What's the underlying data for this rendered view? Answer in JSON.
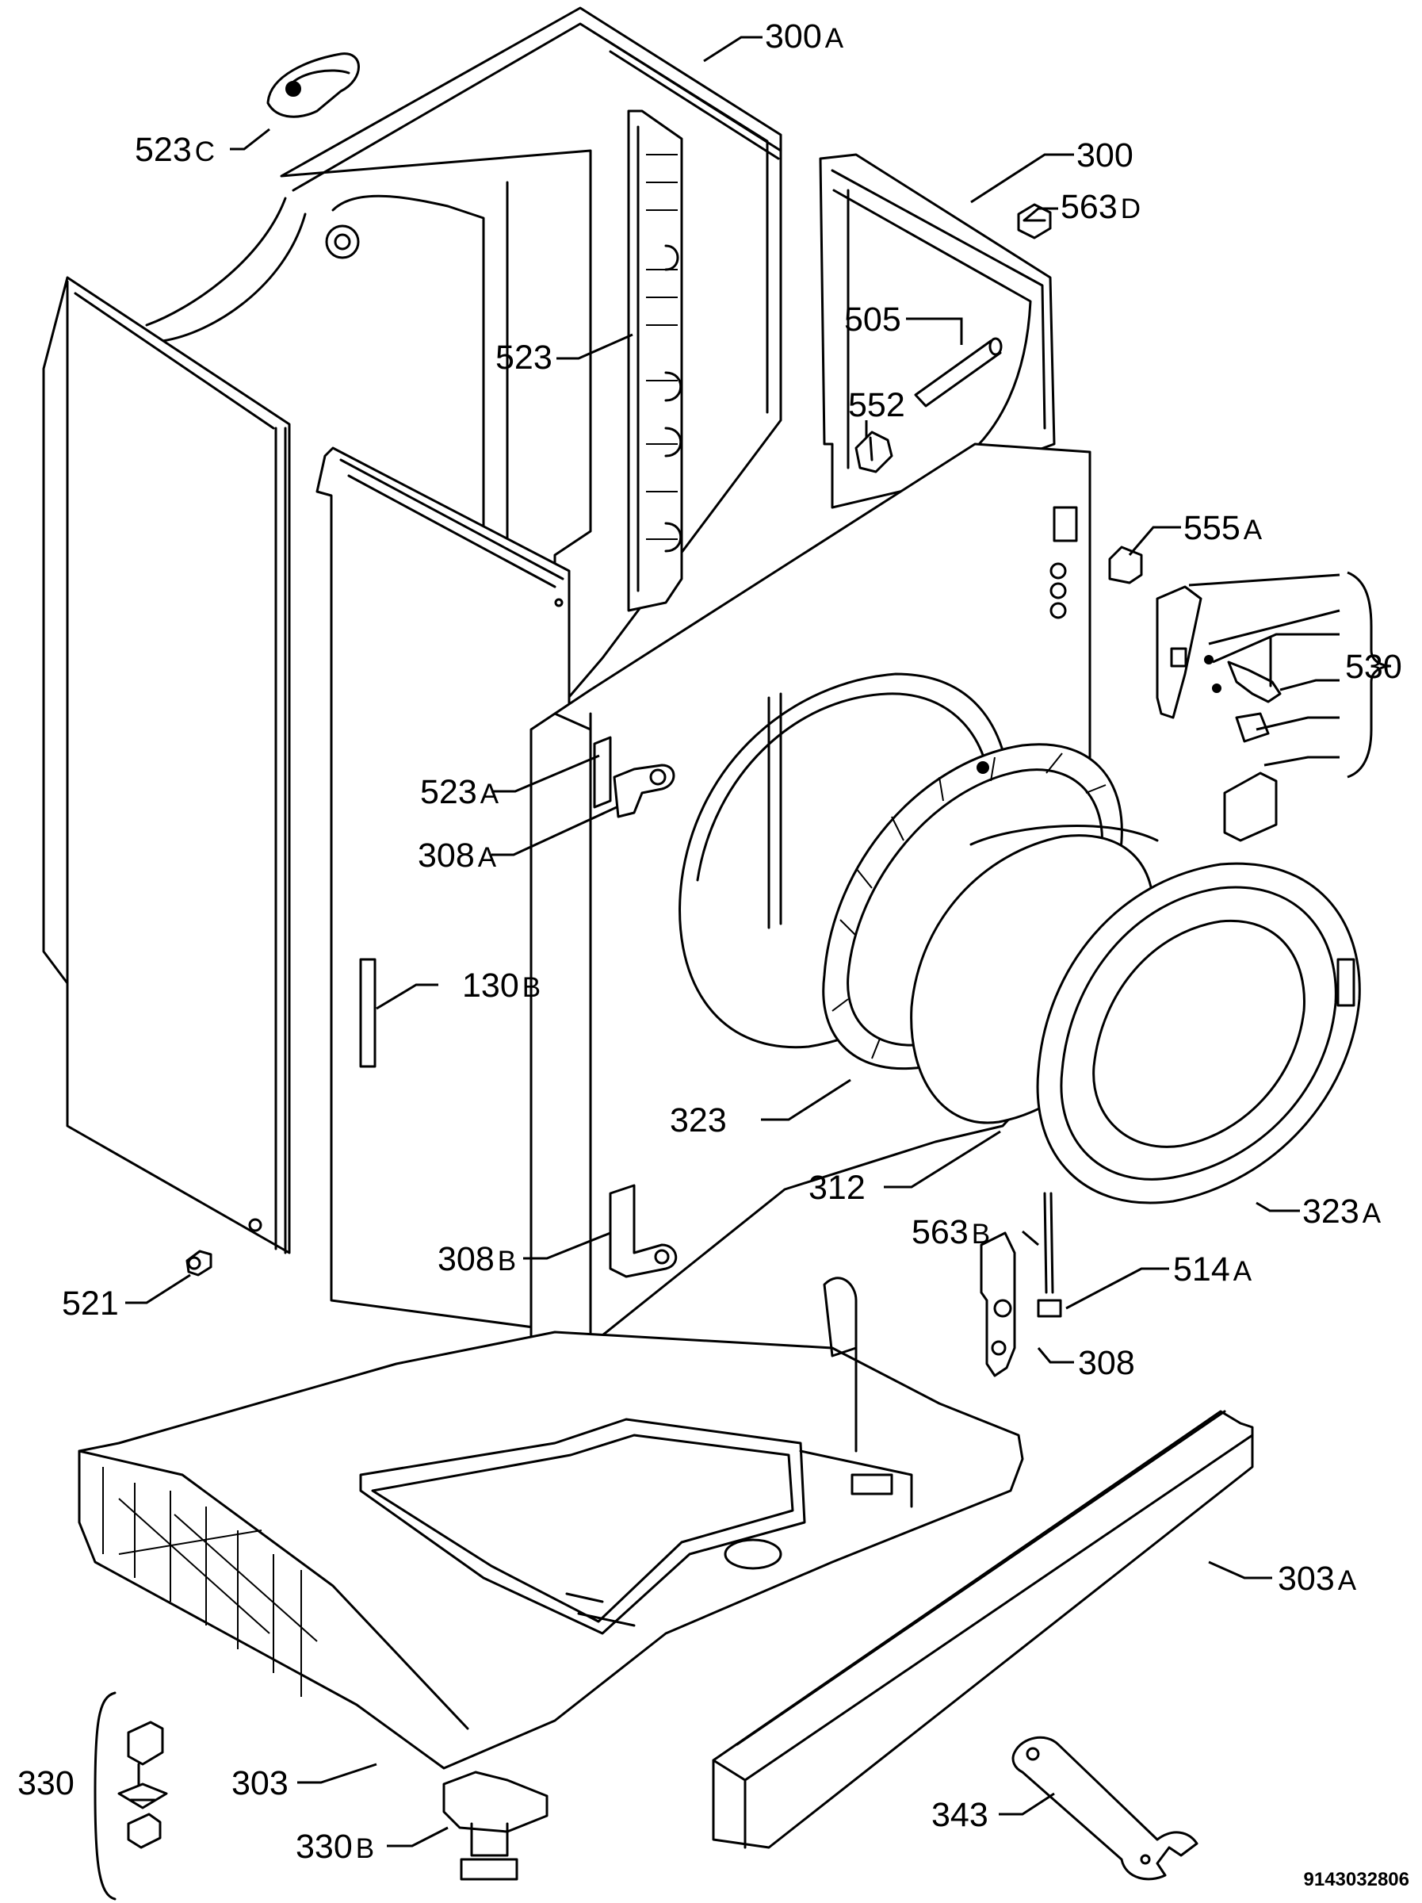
{
  "labels": {
    "l300a": {
      "num": "300",
      "sfx": "A"
    },
    "l523c": {
      "num": "523",
      "sfx": "C"
    },
    "l300": {
      "num": "300",
      "sfx": ""
    },
    "l563d": {
      "num": "563",
      "sfx": "D"
    },
    "l505": {
      "num": "505",
      "sfx": ""
    },
    "l523": {
      "num": "523",
      "sfx": ""
    },
    "l552": {
      "num": "552",
      "sfx": ""
    },
    "l555a": {
      "num": "555",
      "sfx": "A"
    },
    "l530": {
      "num": "530",
      "sfx": ""
    },
    "l523a": {
      "num": "523",
      "sfx": "A"
    },
    "l308a": {
      "num": "308",
      "sfx": "A"
    },
    "l130b": {
      "num": "130",
      "sfx": "B"
    },
    "l323": {
      "num": "323",
      "sfx": ""
    },
    "l312": {
      "num": "312",
      "sfx": ""
    },
    "l323a": {
      "num": "323",
      "sfx": "A"
    },
    "l563b": {
      "num": "563",
      "sfx": "B"
    },
    "l308b": {
      "num": "308",
      "sfx": "B"
    },
    "l514a": {
      "num": "514",
      "sfx": "A"
    },
    "l521": {
      "num": "521",
      "sfx": ""
    },
    "l308": {
      "num": "308",
      "sfx": ""
    },
    "l303a": {
      "num": "303",
      "sfx": "A"
    },
    "l330": {
      "num": "330",
      "sfx": ""
    },
    "l303": {
      "num": "303",
      "sfx": ""
    },
    "l330b": {
      "num": "330",
      "sfx": "B"
    },
    "l343": {
      "num": "343",
      "sfx": ""
    }
  },
  "document_number": "9143032806",
  "colors": {
    "ink": "#000000",
    "paper": "#ffffff"
  }
}
